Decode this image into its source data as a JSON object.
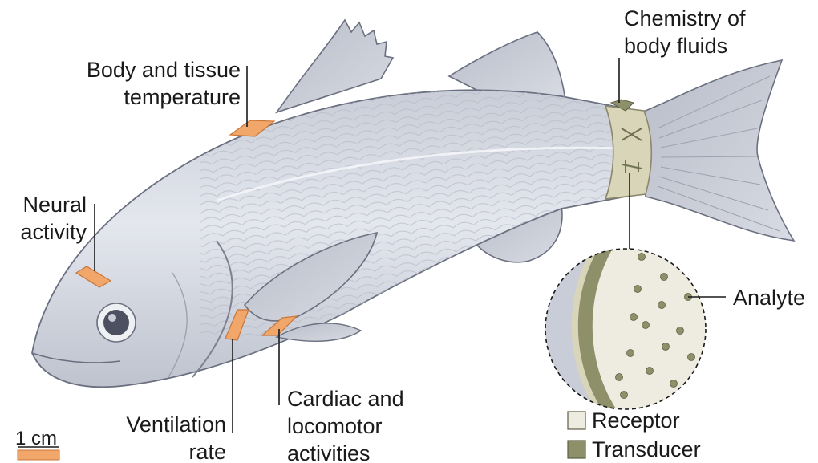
{
  "labels": {
    "body_temp": [
      "Body and tissue",
      "temperature"
    ],
    "chemistry": [
      "Chemistry of",
      "body fluids"
    ],
    "neural": [
      "Neural",
      "activity"
    ],
    "analyte": "Analyte",
    "ventilation": [
      "Ventilation",
      "rate"
    ],
    "cardiac": [
      "Cardiac and",
      "locomotor",
      "activities"
    ]
  },
  "legend": {
    "receptor": "Receptor",
    "transducer": "Transducer"
  },
  "scale_bar": {
    "label": "1 cm"
  },
  "colors": {
    "fish_body": "#d6d9e2",
    "fish_outline": "#6b7080",
    "sensor_patch": "#f2a76a",
    "band": "#d9d5b8",
    "receptor": "#eeece0",
    "transducer": "#8e906a"
  }
}
